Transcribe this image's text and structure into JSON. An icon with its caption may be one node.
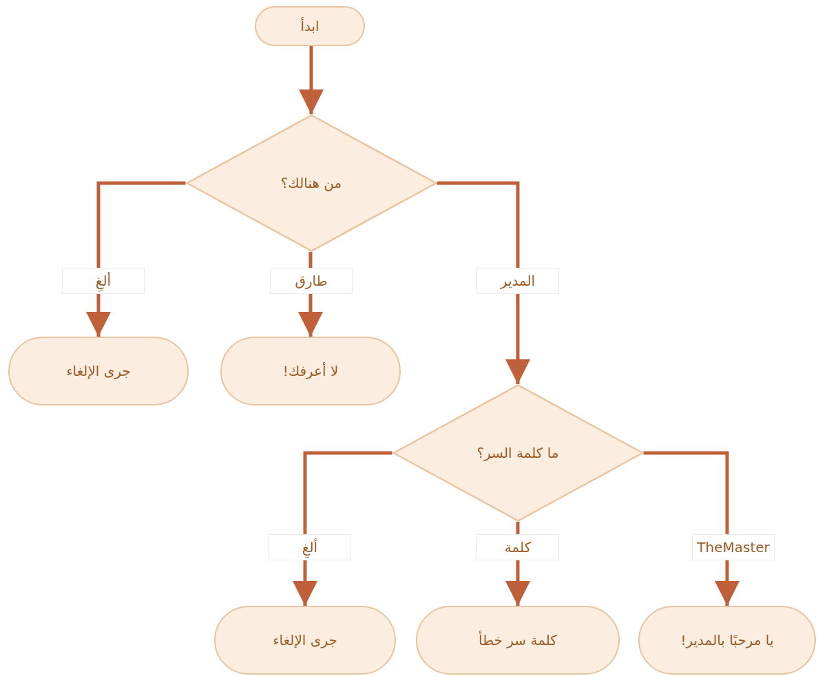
{
  "diagram": {
    "nodes": [
      {
        "text": [
          "ابدأ"
        ]
      },
      {
        "text": [
          "من هنالك؟"
        ]
      },
      {
        "text": [
          "جرى الإلغاء"
        ]
      },
      {
        "text": [
          "لا أعرفك!"
        ]
      },
      {
        "text": [
          "ما كلمة السر؟"
        ]
      },
      {
        "text": [
          "جرى الإلغاء"
        ]
      },
      {
        "text": [
          "كلمة سر خطأ"
        ]
      },
      {
        "text": [
          "يا مرحبًا بالمدير!"
        ]
      }
    ],
    "edges": [
      {
        "from": 0,
        "to": 1,
        "arrow": "to"
      },
      {
        "from": 1,
        "to": 2,
        "arrow": "to",
        "label": "ألغِ"
      },
      {
        "from": 1,
        "to": 3,
        "arrow": "to",
        "label": "طارق"
      },
      {
        "from": 1,
        "to": 4,
        "arrow": "to",
        "label": "المدير"
      },
      {
        "from": 4,
        "to": 5,
        "arrow": "to",
        "label": "ألغِ"
      },
      {
        "from": 4,
        "to": 6,
        "arrow": "to",
        "label": "كلمة"
      },
      {
        "from": 4,
        "to": 7,
        "arrow": "to",
        "label": "TheMaster"
      }
    ]
  }
}
